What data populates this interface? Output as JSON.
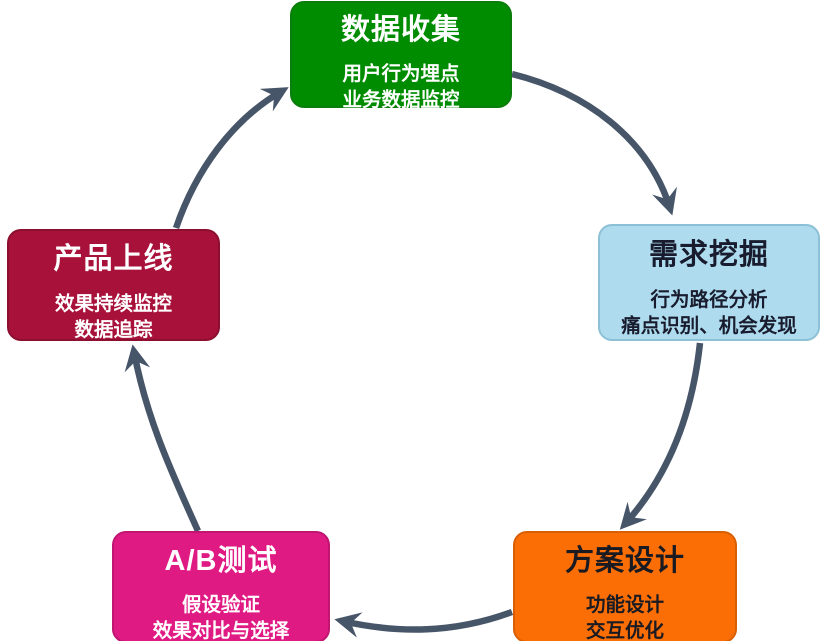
{
  "diagram": {
    "type": "cycle",
    "background": "#ffffff",
    "arrow_color": "#475569",
    "nodes": [
      {
        "id": "data-collection",
        "title": "数据收集",
        "subtitle_lines": [
          "用户行为埋点",
          "业务数据监控"
        ],
        "fill": "#008c00",
        "border": "#0b7d0b",
        "text_color": "#ffffff"
      },
      {
        "id": "requirement-mining",
        "title": "需求挖掘",
        "subtitle_lines": [
          "行为路径分析",
          "痛点识别、机会发现"
        ],
        "fill": "#aedcee",
        "border": "#8cc0d6",
        "text_color": "#181c2e"
      },
      {
        "id": "solution-design",
        "title": "方案设计",
        "subtitle_lines": [
          "功能设计",
          "交互优化"
        ],
        "fill": "#fa6e05",
        "border": "#d95f04",
        "text_color": "#1a1a22"
      },
      {
        "id": "ab-testing",
        "title": "A/B测试",
        "subtitle_lines": [
          "假设验证",
          "效果对比与选择"
        ],
        "fill": "#e01a83",
        "border": "#c01570",
        "text_color": "#ffffff"
      },
      {
        "id": "product-launch",
        "title": "产品上线",
        "subtitle_lines": [
          "效果持续监控",
          "数据追踪"
        ],
        "fill": "#a8123a",
        "border": "#8c0f30",
        "text_color": "#ffffff"
      }
    ],
    "edges": [
      {
        "from": "data-collection",
        "to": "requirement-mining"
      },
      {
        "from": "requirement-mining",
        "to": "solution-design"
      },
      {
        "from": "solution-design",
        "to": "ab-testing"
      },
      {
        "from": "ab-testing",
        "to": "product-launch"
      },
      {
        "from": "product-launch",
        "to": "data-collection"
      }
    ]
  }
}
